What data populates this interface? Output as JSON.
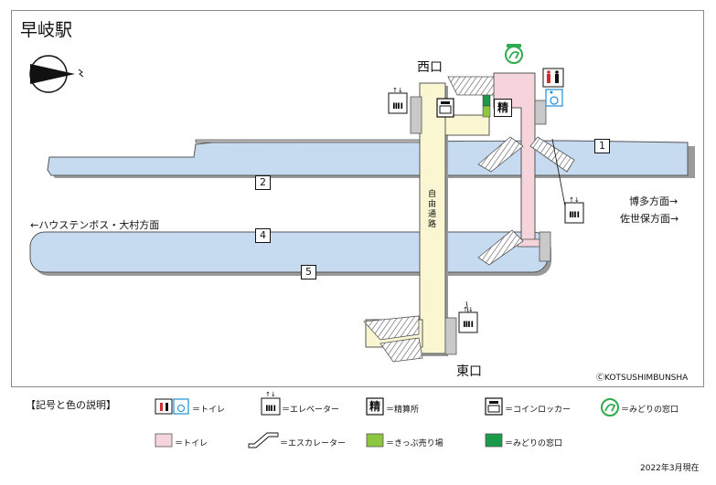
{
  "title": "早岐駅",
  "exits": {
    "west": "西口",
    "east": "東口"
  },
  "passage_label": [
    "自",
    "由",
    "通",
    "路"
  ],
  "directions": {
    "hakata": "博多方面→",
    "sasebo": "佐世保方面→",
    "huis_ten_bosch": "←ハウステンボス・大村方面"
  },
  "platforms": [
    "1",
    "2",
    "4",
    "5"
  ],
  "icons": {
    "toilet": "toilet-icon",
    "wheelchair": "wheelchair-icon",
    "elevator": "elevator-icon",
    "fare_adjustment": "精",
    "locker": "coin-locker-icon",
    "midori": "midori-no-madoguchi-icon",
    "compass": "compass-icon"
  },
  "legend": {
    "title": "【記号と色の説明】",
    "toilet": "＝トイレ",
    "elevator": "＝エレベーター",
    "fare": "＝精算所",
    "locker": "＝コインロッカー",
    "midori": "＝みどりの窓口",
    "toilet_area": "＝トイレ",
    "escalator": "＝エスカレーター",
    "ticket_sales": "＝きっぷ売り場",
    "midori_area": "＝みどりの窓口"
  },
  "colors": {
    "platform": "#c6daf0",
    "passage": "#fbf6d2",
    "toilet_area": "#f6d4dc",
    "ticket_sales": "#8dc63f",
    "midori_area": "#1b9a4a",
    "toilet_red": "#d7282f",
    "wheelchair_blue": "#1f8fd6",
    "midori_icon_green": "#2faa4c"
  },
  "copyright": "ⒸKOTSUSHIMBUNSHA",
  "as_of": "2022年3月現在"
}
